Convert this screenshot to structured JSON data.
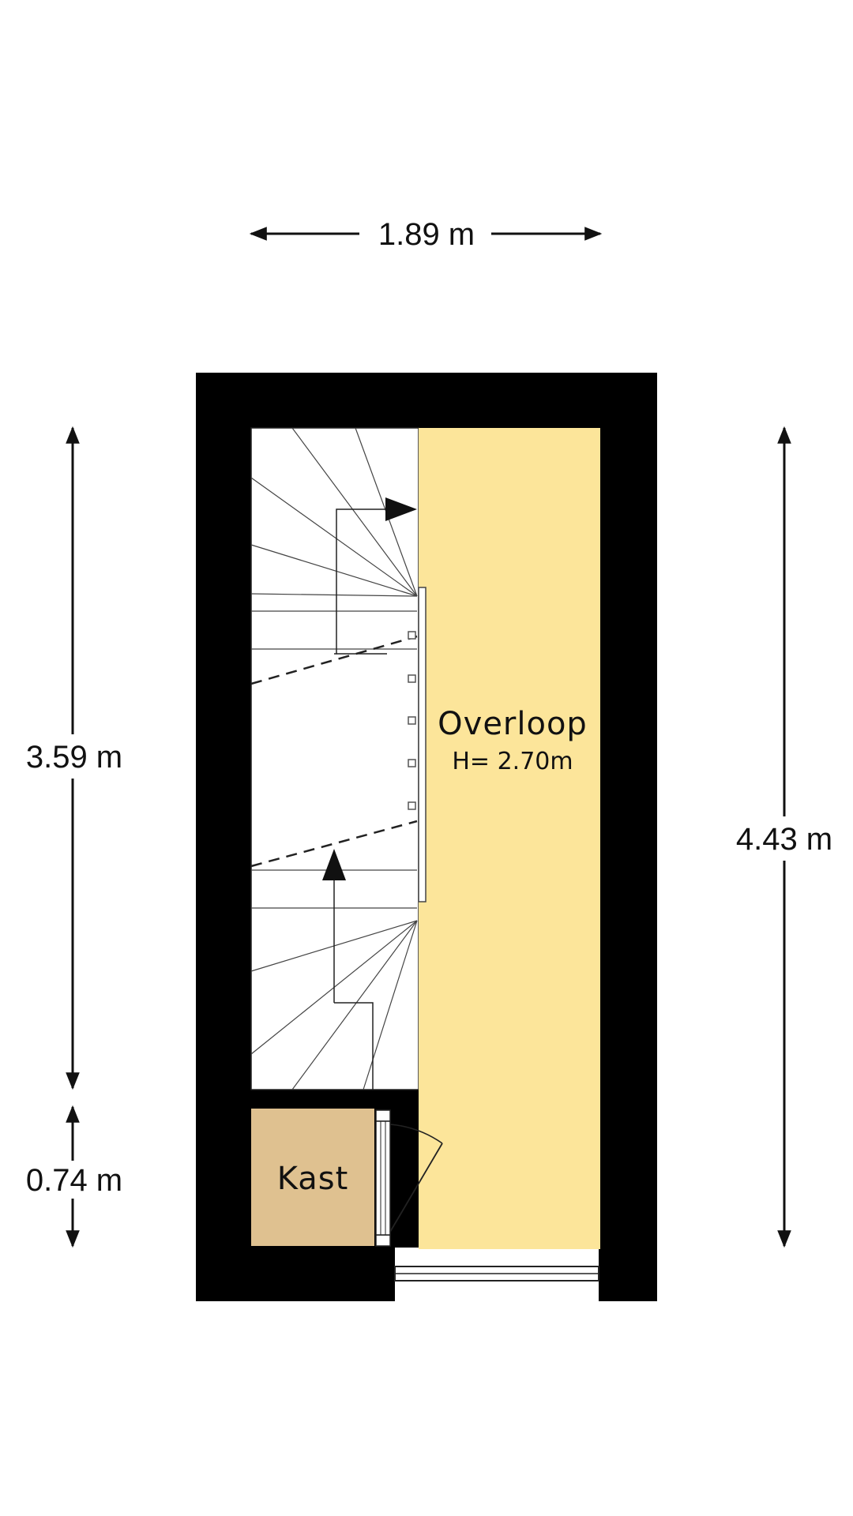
{
  "dimensions": {
    "width_top": "1.89 m",
    "height_left_upper": "3.59 m",
    "height_left_lower": "0.74 m",
    "height_right": "4.43 m"
  },
  "rooms": {
    "landing": {
      "name": "Overloop",
      "height": "H= 2.70m"
    },
    "closet": {
      "name": "Kast"
    }
  },
  "colors": {
    "wall": "#000000",
    "landing_fill": "#fce59a",
    "closet_fill": "#dfc190",
    "line": "#444444"
  }
}
